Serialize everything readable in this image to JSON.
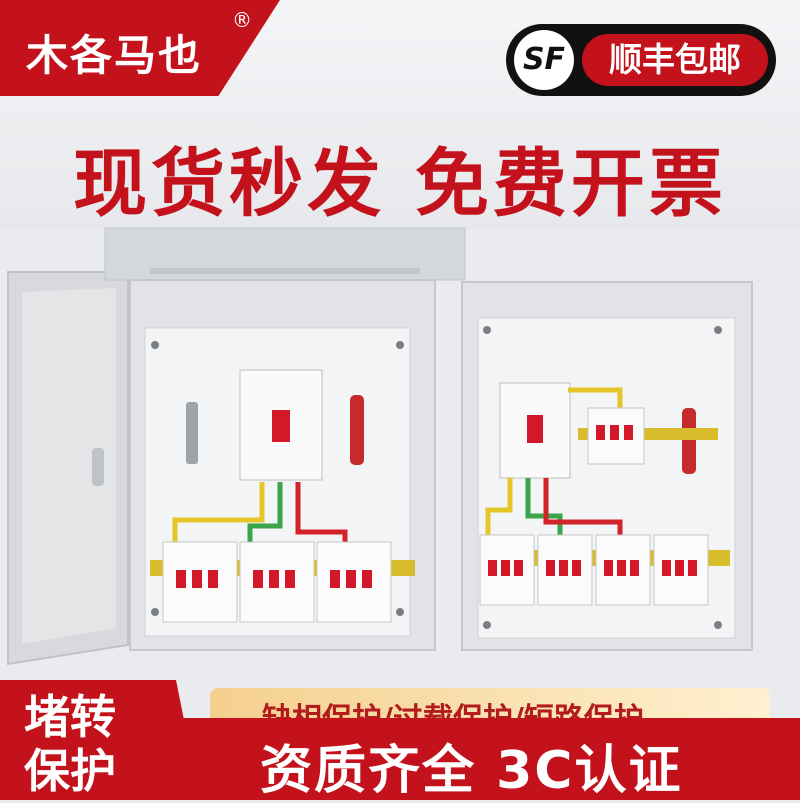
{
  "brand": {
    "name": "木各马也",
    "registered_mark": "®"
  },
  "shipping": {
    "logo_text": "SF",
    "label": "顺丰包邮"
  },
  "headline": "现货秒发 免费开票",
  "protections": "缺相保护/过载保护/短路保护",
  "corner": {
    "line1": "堵转",
    "line2": "保护"
  },
  "bottom": "资质齐全 3C认证",
  "colors": {
    "brand_red": "#c4121c",
    "panel_gray": "#d9dbde",
    "rail_yellow": "#d9bc2c"
  }
}
